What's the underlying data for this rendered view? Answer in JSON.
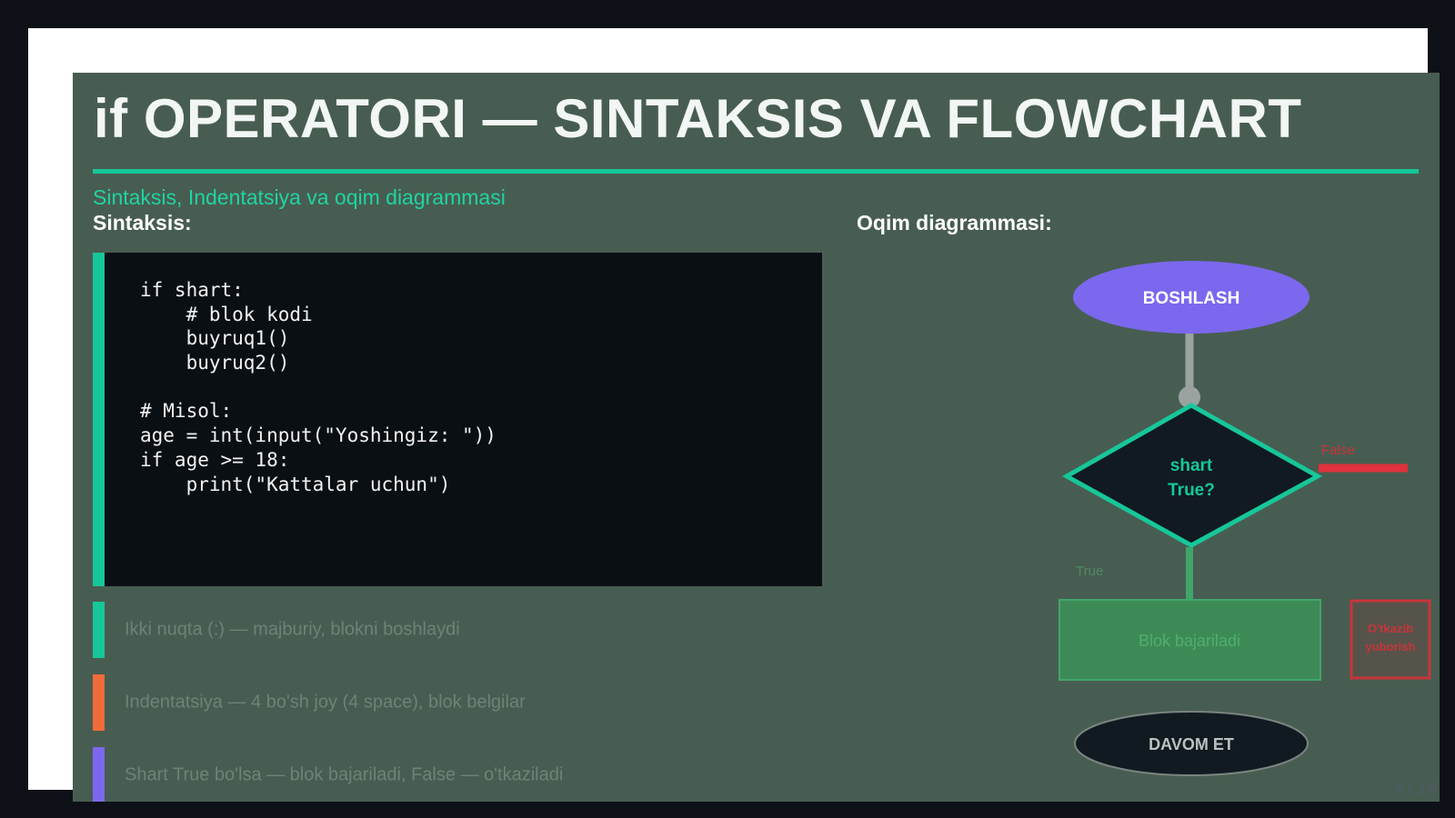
{
  "slide": {
    "title": "if OPERATORI — SINTAKSIS VA FLOWCHART",
    "subtitle": "Sintaksis, Indentatsiya va oqim diagrammasi",
    "syntax_heading": "Sintaksis:",
    "flow_heading": "Oqim diagrammasi:",
    "code_lines": [
      "if shart:",
      "    # blok kodi",
      "    buyruq1()",
      "    buyruq2()",
      "",
      "# Misol:",
      "age = int(input(\"Yoshingiz: \"))",
      "if age >= 18:",
      "    print(\"Kattalar uchun\")"
    ],
    "bullets": [
      {
        "text": "Ikki nuqta (:) — majburiy, blokni boshlaydi",
        "color": "#16c79a"
      },
      {
        "text": "Indentatsiya — 4 bo'sh joy (4 space), blok belgilar",
        "color": "#f26b3a"
      },
      {
        "text": "Shart True bo'lsa — blok bajariladi, False — o'tkaziladi",
        "color": "#7b68ee"
      }
    ]
  },
  "flowchart": {
    "start_label": "BOSHLASH",
    "decision_line1": "shart",
    "decision_line2": "True?",
    "false_label": "False",
    "true_label": "True",
    "block_label": "Blok bajariladi",
    "skip_line1": "O'tkazib",
    "skip_line2": "yuborish",
    "end_label": "DAVOM ET"
  },
  "colors": {
    "accent": "#16c79a",
    "start_fill": "#7b68ee",
    "false_red": "#e0323c",
    "true_green": "#3fa66b"
  },
  "pagination": "4 / 14"
}
